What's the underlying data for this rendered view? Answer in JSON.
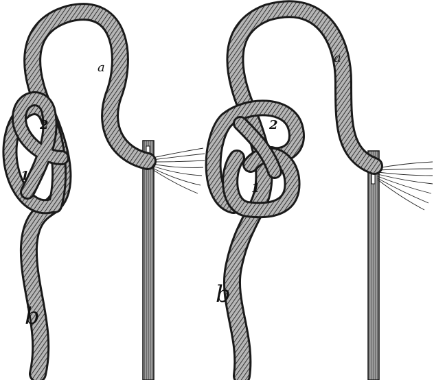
{
  "figures": [
    {
      "labels": {
        "a": "a",
        "b": "b",
        "loop1": "1",
        "loop2": "2"
      }
    },
    {
      "labels": {
        "a": "a",
        "b": "b",
        "loop1": "1",
        "loop2": "2"
      }
    }
  ],
  "colors": {
    "rope_fill": "#8a8a8a",
    "rope_outline": "#1a1a1a",
    "needle": "#7a7a7a",
    "paper": "#ffffff"
  }
}
